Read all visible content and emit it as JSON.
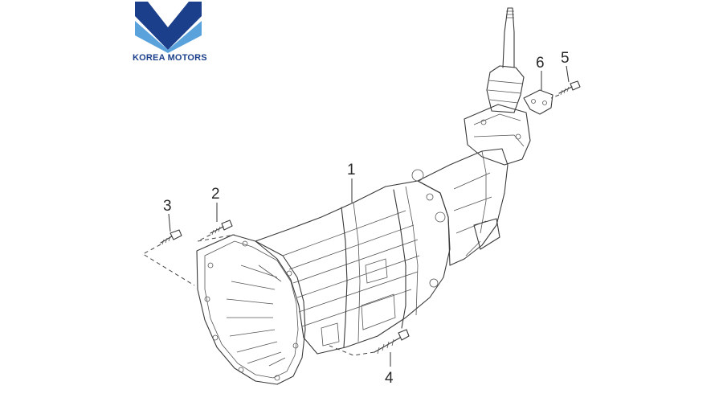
{
  "logo": {
    "text": "KOREA MOTORS",
    "color_dark": "#1b3f8b",
    "color_light": "#5aa2dc"
  },
  "callouts": [
    {
      "number": "1",
      "part": "transmission-assembly"
    },
    {
      "number": "2",
      "part": "bolt"
    },
    {
      "number": "3",
      "part": "bolt"
    },
    {
      "number": "4",
      "part": "bolt"
    },
    {
      "number": "5",
      "part": "bolt"
    },
    {
      "number": "6",
      "part": "bracket"
    }
  ]
}
